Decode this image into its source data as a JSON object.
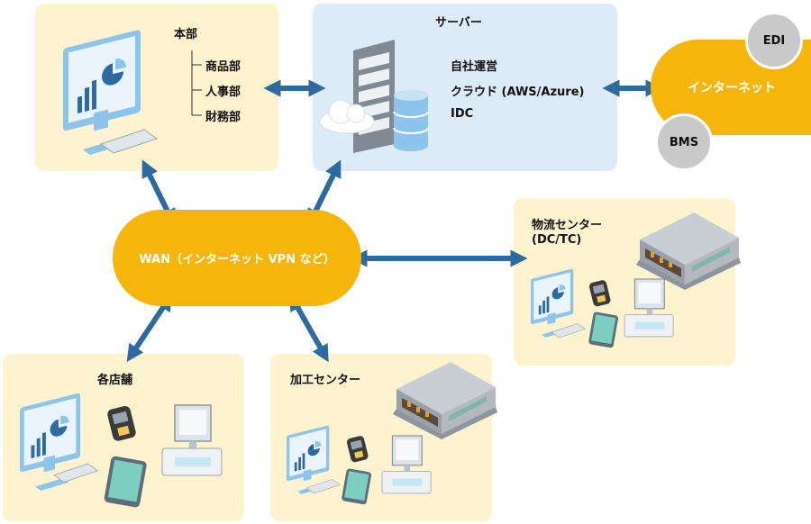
{
  "hq": {
    "title": "本部",
    "departments": [
      "商品部",
      "人事部",
      "財務部"
    ]
  },
  "server": {
    "title": "サーバー",
    "items": [
      "自社運営",
      "クラウド (AWS/Azure)",
      "IDC"
    ]
  },
  "internet": {
    "label": "インターネット",
    "edi": "EDI",
    "bms": "BMS"
  },
  "wan": {
    "label": "WAN（インターネット VPN など）"
  },
  "logistics": {
    "title_line1": "物流センター",
    "title_line2": "(DC/TC)"
  },
  "stores": {
    "title": "各店舗"
  },
  "processing": {
    "title": "加工センター"
  },
  "colors": {
    "accent": "#f5b50b",
    "arrow": "#2d6a9f",
    "panel_cream": "#fdf3cf",
    "panel_blue": "#dcebf7"
  }
}
